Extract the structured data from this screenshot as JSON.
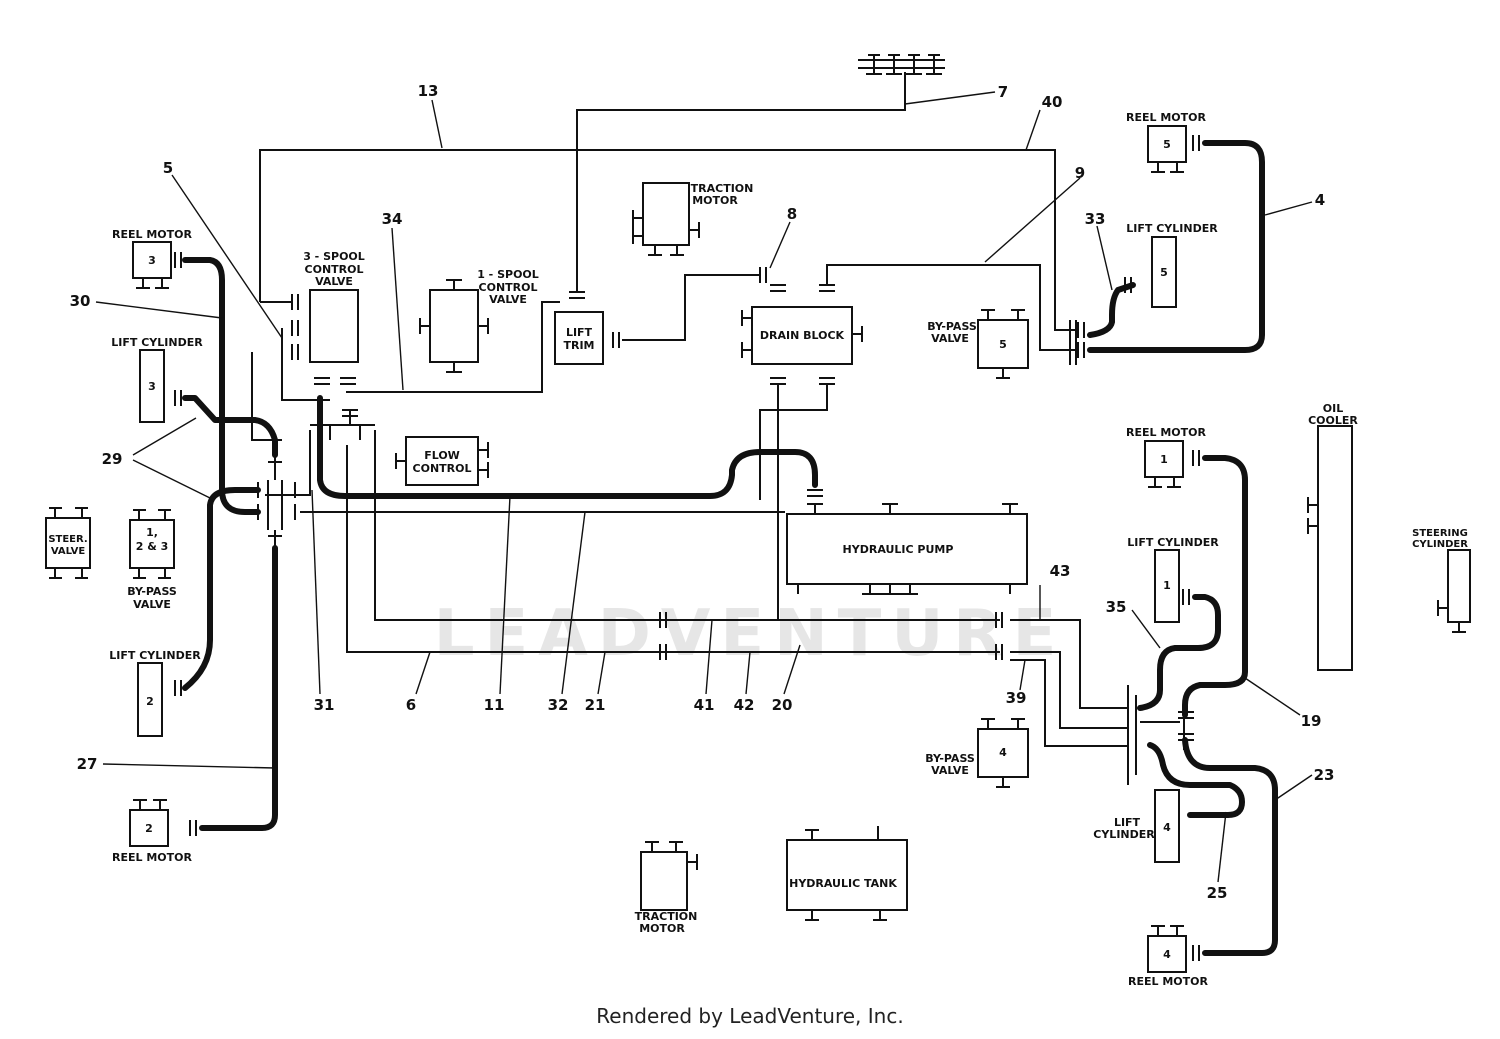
{
  "components": {
    "reel_motor_3": {
      "label": "REEL MOTOR",
      "num": "3"
    },
    "reel_motor_5": {
      "label": "REEL MOTOR",
      "num": "5"
    },
    "reel_motor_1": {
      "label": "REEL MOTOR",
      "num": "1"
    },
    "reel_motor_2": {
      "label": "REEL MOTOR",
      "num": "2"
    },
    "reel_motor_4": {
      "label": "REEL MOTOR",
      "num": "4"
    },
    "lift_cylinder_3": {
      "label": "LIFT CYLINDER",
      "num": "3"
    },
    "lift_cylinder_5": {
      "label": "LIFT CYLINDER",
      "num": "5"
    },
    "lift_cylinder_1": {
      "label": "LIFT CYLINDER",
      "num": "1"
    },
    "lift_cylinder_2": {
      "label": "LIFT CYLINDER",
      "num": "2"
    },
    "lift_cylinder_4": {
      "label_line1": "LIFT",
      "label_line2": "CYLINDER",
      "num": "4"
    },
    "spool3": {
      "line1": "3 - SPOOL",
      "line2": "CONTROL",
      "line3": "VALVE"
    },
    "spool1": {
      "line1": "1 - SPOOL",
      "line2": "CONTROL",
      "line3": "VALVE"
    },
    "traction_motor_top": {
      "line1": "TRACTION",
      "line2": "MOTOR"
    },
    "traction_motor_bottom": {
      "line1": "TRACTION",
      "line2": "MOTOR"
    },
    "lift_trim": {
      "line1": "LIFT",
      "line2": "TRIM"
    },
    "drain_block": {
      "label": "DRAIN BLOCK"
    },
    "bypass_5": {
      "line1": "BY-PASS",
      "line2": "VALVE",
      "num": "5"
    },
    "bypass_4": {
      "line1": "BY-PASS",
      "line2": "VALVE",
      "num": "4"
    },
    "bypass_123": {
      "line1": "1,",
      "line2": "2 & 3",
      "line3": "BY-PASS",
      "line4": "VALVE"
    },
    "flow_control": {
      "line1": "FLOW",
      "line2": "CONTROL"
    },
    "hydraulic_pump": {
      "label": "HYDRAULIC PUMP"
    },
    "hydraulic_tank": {
      "label": "HYDRAULIC TANK"
    },
    "oil_cooler": {
      "line1": "OIL",
      "line2": "COOLER"
    },
    "steer_valve": {
      "line1": "STEER.",
      "line2": "VALVE"
    },
    "steering_cylinder": {
      "line1": "STEERING",
      "line2": "CYLINDER"
    }
  },
  "callouts": {
    "c13": "13",
    "c7": "7",
    "c40": "40",
    "c5": "5",
    "c34": "34",
    "c8": "8",
    "c9": "9",
    "c4": "4",
    "c33": "33",
    "c30": "30",
    "c29": "29",
    "c27": "27",
    "c31": "31",
    "c6": "6",
    "c11": "11",
    "c32": "32",
    "c21": "21",
    "c41": "41",
    "c42": "42",
    "c20": "20",
    "c43": "43",
    "c35": "35",
    "c39": "39",
    "c19": "19",
    "c23": "23",
    "c25": "25"
  },
  "watermark": "LEADVENTURE",
  "footer": "Rendered by LeadVenture, Inc."
}
